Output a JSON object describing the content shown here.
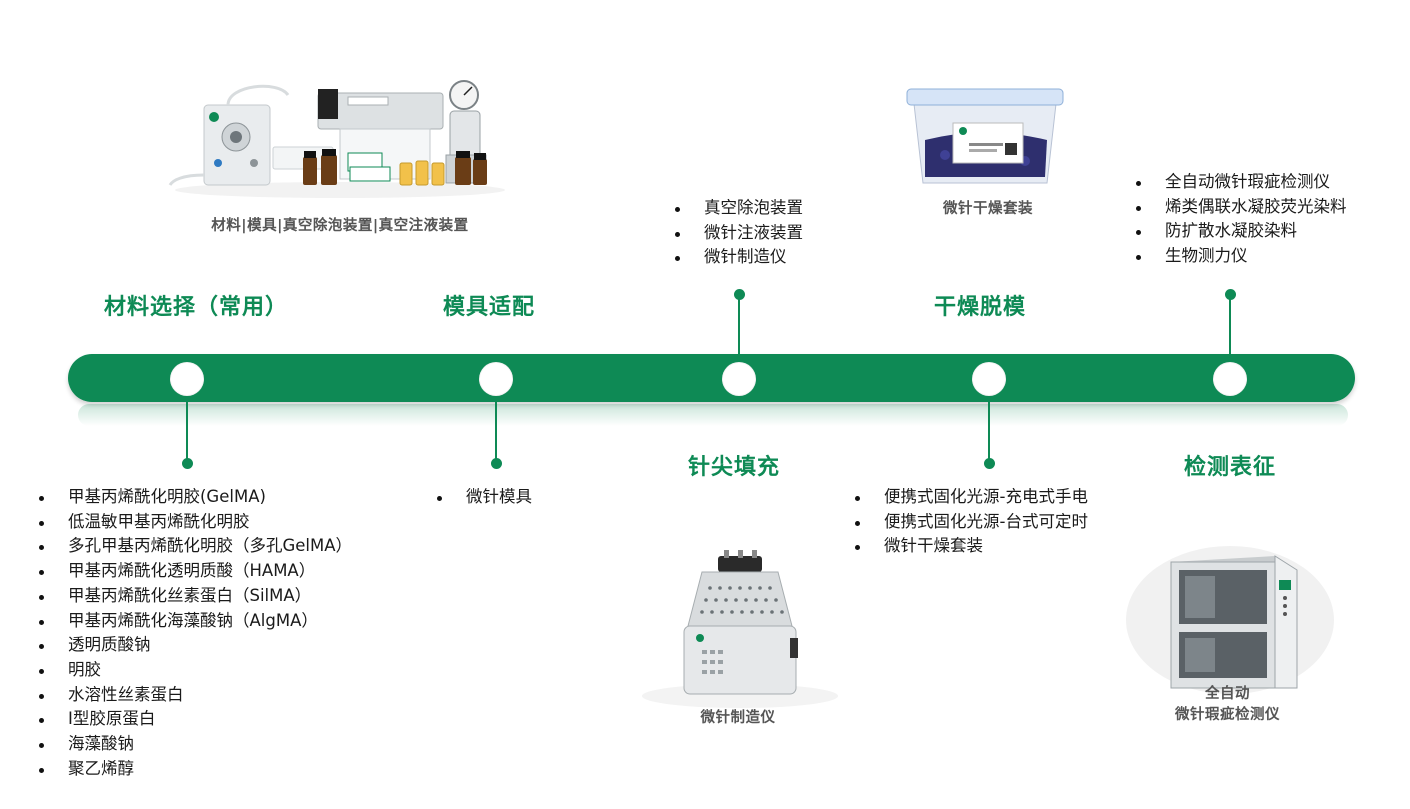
{
  "stages": [
    {
      "title": "材料选择（常用）"
    },
    {
      "title": "模具适配"
    },
    {
      "title": "针尖填充"
    },
    {
      "title": "干燥脱模"
    },
    {
      "title": "检测表征"
    }
  ],
  "lists": {
    "materials": [
      "甲基丙烯酰化明胶(GelMA)",
      "低温敏甲基丙烯酰化明胶",
      "多孔甲基丙烯酰化明胶（多孔GelMA）",
      "甲基丙烯酰化透明质酸（HAMA）",
      "甲基丙烯酰化丝素蛋白（SilMA）",
      "甲基丙烯酰化海藻酸钠（AlgMA）",
      "透明质酸钠",
      "明胶",
      "水溶性丝素蛋白",
      "Ⅰ型胶原蛋白",
      "海藻酸钠",
      "聚乙烯醇"
    ],
    "mold": [
      "微针模具"
    ],
    "filling": [
      "真空除泡装置",
      "微针注液装置",
      "微针制造仪"
    ],
    "drying": [
      "便携式固化光源-充电式手电",
      "便携式固化光源-台式可定时",
      "微针干燥套装"
    ],
    "testing": [
      "全自动微针瑕疵检测仪",
      "烯类偶联水凝胶荧光染料",
      "防扩散水凝胶染料",
      "生物测力仪"
    ]
  },
  "captions": {
    "top_left": "材料|模具|真空除泡装置|真空注液装置",
    "top_right": "微针干燥套装",
    "bottom_middle": "微针制造仪",
    "bottom_right_1": "全自动",
    "bottom_right_2": "微针瑕疵检测仪"
  },
  "colors": {
    "accent": "#0e8a55",
    "caption": "#555555"
  }
}
